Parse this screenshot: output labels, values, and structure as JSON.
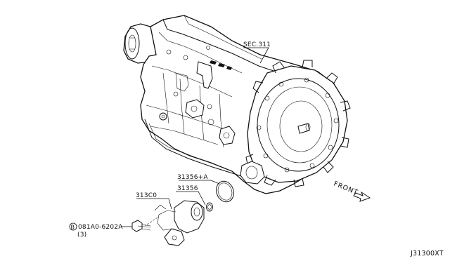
{
  "callouts": {
    "sec_311": "SEC.311",
    "part_31356_plus_a": "31356+A",
    "part_31356": "31356",
    "part_313c0": "313C0",
    "bolt_symbol": "B",
    "bolt_part": "081A0-6202A",
    "bolt_qty": "(3)",
    "front_label": "FRONT",
    "diagram_code": "J31300XT"
  },
  "icons": {
    "bolt": "circled-b-symbol",
    "front": "front-direction-arrow"
  }
}
